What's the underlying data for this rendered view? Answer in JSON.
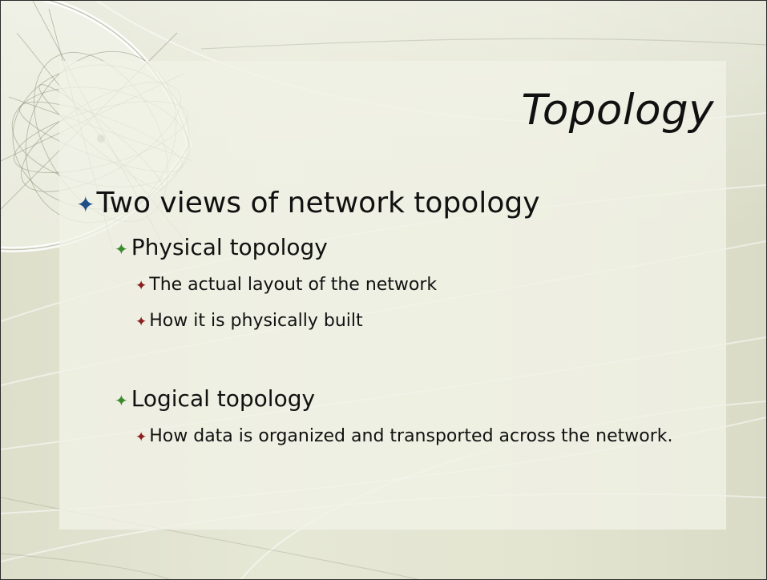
{
  "slide": {
    "title": "Topology",
    "bullets": [
      {
        "text": "Two views of network topology",
        "children": [
          {
            "text": "Physical topology",
            "children": [
              {
                "text": "The actual layout of the network"
              },
              {
                "text": "How it is physically built"
              }
            ]
          },
          {
            "text": "Logical topology",
            "children": [
              {
                "text": "How data is organized and transported across the network."
              }
            ]
          }
        ]
      }
    ]
  },
  "icons": {
    "level1_bullet": "four-point-star-icon",
    "level2_bullet": "four-point-star-icon",
    "level3_bullet": "four-point-star-icon",
    "decor": "wire-globe-icon"
  },
  "colors": {
    "background": "#e3e5d1",
    "panel": "#f1f2e7",
    "text": "#111111",
    "bullet_level1": "#1f4f87",
    "bullet_level2": "#3c8a2e",
    "bullet_level3": "#8a1f1f"
  }
}
